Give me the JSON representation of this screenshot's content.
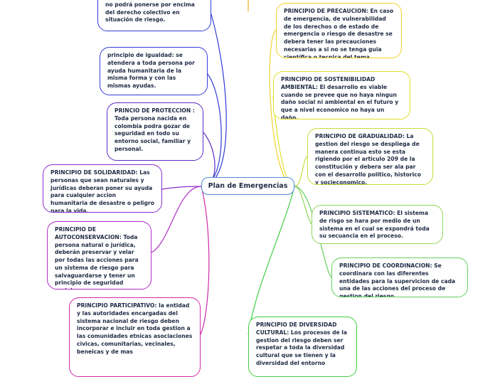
{
  "central_topic": "Plan de Emergencias",
  "colors": {
    "center_border": "#4f8ad6",
    "blue": "#2e3cd6",
    "dark_purple": "#5a2bc4",
    "purple": "#8a2fd0",
    "magenta": "#d12aa8",
    "yellow": "#f2d22a",
    "light_green": "#8fd45a",
    "green": "#3fcf3f"
  },
  "left_nodes": [
    {
      "text": "SOCIAL: El beneficio individual no podrá ponerse por encima del derecho colectivo en situación de riesgo."
    },
    {
      "text": "principio de igualdad: se atendera a toda persona por ayuda humanitaria de la misma forma y con las mismas ayudas."
    },
    {
      "text": "PRINCIO DE PROTECCION : Toda persona nacida en colombia podra gozar de seguridad en todo su entorno social, familiar y personal."
    },
    {
      "text": "PRINCIPIO DE SOLIDARIDAD: Las personas que sean naturales y jurídicas deberan poner su ayuda para cualquier accion humanitaria de desastre o peligro para la vida."
    },
    {
      "text": "PRINCIPIO DE AUTOCONSERVACION: Toda persona natural o jurídica, deberán preservar y velar por todas las acciones para un sistema de riesgo para salvaguardarse y tener un principio de seguridad social."
    },
    {
      "text": "PRINCIPIO PARTICIPATIVO: la entidad y las autoridades encargadas del sistema nacional de riesgo deben incorporar e incluir en toda gestion a las comunidades etnicas asociaciones civicas, comunitarias, vecinales, beneicas y de mas"
    }
  ],
  "right_nodes": [
    {
      "text": "PRINCIPIO DE PRECAUCION: En caso de emergencia, de vulnerabilidad de los derechos o de estado de emergencia o riesgo de desastre se debera tener las precauciones necesarias a si no se tenga guia científica o tecnica del tema."
    },
    {
      "text": "PRINCIPIO DE SOSTENIBILIDAD AMBIENTAL: El desarrollo es viable cuando se prevee que no haya ningun daño social ni ambiental en el futuro y que a nivel economico no haya un daño."
    },
    {
      "text": "PRINCIPIO DE GRADUALIDAD: La gestion del riesgo se despliega de manera continua esto se esta rigiendo por el articulo 209 de la constitución y debera ser ala par con el desarrollo politico, historico y socieconomico."
    },
    {
      "text": "PRINCIPIO SISTEMATICO: El sistema de risgo se hara por medio de un sistema en el cual se expondrá toda su secuancia en el proceso."
    },
    {
      "text": "PRINCIPIO DE COORDINACION: Se coordinara con las diferentes entidades para la supervicion de cada una de las acciones del proceso de gestion del riesgo."
    },
    {
      "text": "PRINCIPIO DE DIVERSIDAD CULTURAL: Los procesos de la gestion del riesgo deben ser respetar a toda la diversidad cultural que se tienen y la diversidad del entorno"
    }
  ]
}
